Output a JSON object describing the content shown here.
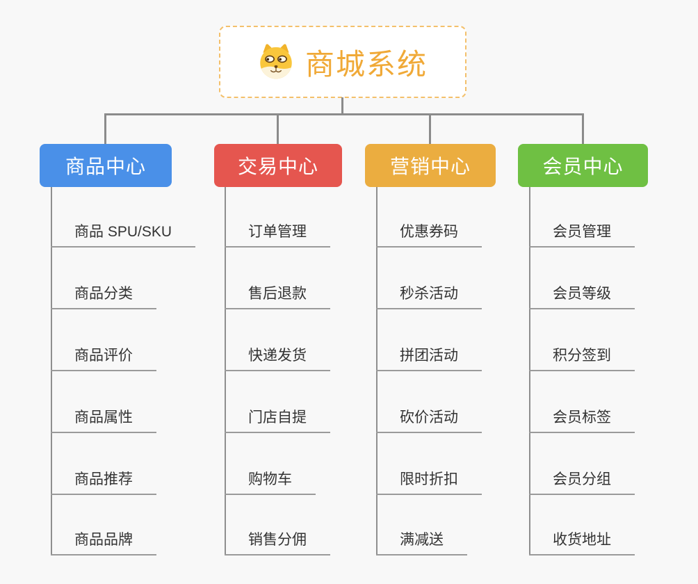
{
  "page": {
    "background": "#f8f8f8",
    "connector_color": "#8b8b8b",
    "underline_color": "#9a9a9a",
    "item_text_color": "#333333"
  },
  "root": {
    "label": "商城系统",
    "icon": "dog-face-icon",
    "text_color": "#f0a937",
    "border_color": "#f3c06b",
    "background": "#ffffff"
  },
  "branches": [
    {
      "label": "商品中心",
      "color": "#4a90e8",
      "items": [
        "商品 SPU/SKU",
        "商品分类",
        "商品评价",
        "商品属性",
        "商品推荐",
        "商品品牌"
      ]
    },
    {
      "label": "交易中心",
      "color": "#e5564f",
      "items": [
        "订单管理",
        "售后退款",
        "快递发货",
        "门店自提",
        "购物车",
        "销售分佣"
      ]
    },
    {
      "label": "营销中心",
      "color": "#ebad40",
      "items": [
        "优惠券码",
        "秒杀活动",
        "拼团活动",
        "砍价活动",
        "限时折扣",
        "满减送"
      ]
    },
    {
      "label": "会员中心",
      "color": "#6fc043",
      "items": [
        "会员管理",
        "会员等级",
        "积分签到",
        "会员标签",
        "会员分组",
        "收货地址"
      ]
    }
  ]
}
